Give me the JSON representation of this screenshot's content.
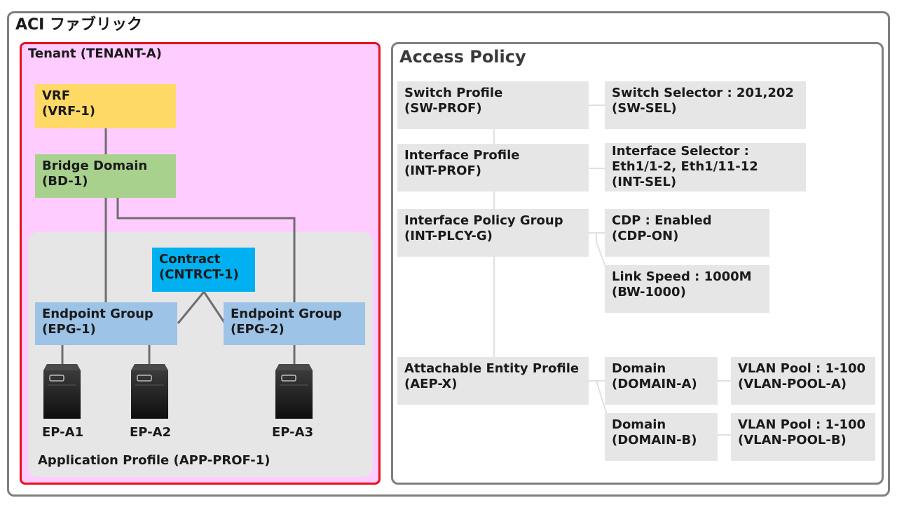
{
  "fabric": {
    "title": "ACI ファブリック"
  },
  "tenant": {
    "title": "Tenant (TENANT-A)",
    "vrf": {
      "label": "VRF\n(VRF-1)"
    },
    "bd": {
      "label": "Bridge Domain\n(BD-1)"
    },
    "contract": {
      "label": "Contract\n(CNTRCT-1)"
    },
    "epg1": {
      "label": "Endpoint Group\n(EPG-1)"
    },
    "epg2": {
      "label": "Endpoint Group\n(EPG-2)"
    },
    "endpoints": [
      "EP-A1",
      "EP-A2",
      "EP-A3"
    ],
    "app_profile": "Application Profile (APP-PROF-1)"
  },
  "access_policy": {
    "title": "Access Policy",
    "switch_profile": "Switch Profile\n(SW-PROF)",
    "switch_selector": "Switch Selector : 201,202\n(SW-SEL)",
    "interface_profile": "Interface Profile\n(INT-PROF)",
    "interface_selector": "Interface Selector :\nEth1/1-2, Eth1/11-12\n(INT-SEL)",
    "interface_policy_group": "Interface Policy Group\n(INT-PLCY-G)",
    "cdp": "CDP : Enabled\n(CDP-ON)",
    "link_speed": "Link Speed : 1000M\n(BW-1000)",
    "aep": "Attachable Entity Profile\n(AEP-X)",
    "domain_a": "Domain\n(DOMAIN-A)",
    "domain_b": "Domain\n(DOMAIN-B)",
    "vlan_pool_a": "VLAN Pool : 1-100\n(VLAN-POOL-A)",
    "vlan_pool_b": "VLAN Pool : 1-100\n(VLAN-POOL-B)"
  },
  "colors": {
    "tenant_bg": "#ffccff",
    "tenant_border": "#e8101a",
    "vrf": "#ffd966",
    "bd": "#a9d18e",
    "contract": "#00b0f0",
    "epg": "#9dc3e6",
    "policy_box": "#e6e6e6",
    "frame_border": "#7f7f7f"
  }
}
